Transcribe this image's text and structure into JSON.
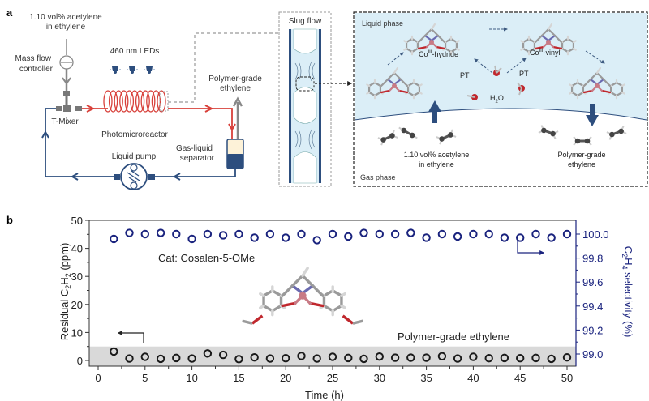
{
  "panel_a": {
    "label": "a",
    "feed_label_line1": "1.10 vol% acetylene",
    "feed_label_line2": "in ethylene",
    "mfc_label_line1": "Mass flow",
    "mfc_label_line2": "controller",
    "leds_label": "460 nm LEDs",
    "mixer_label": "T-Mixer",
    "reactor_label": "Photomicroreactor",
    "product_label_line1": "Polymer-grade",
    "product_label_line2": "ethylene",
    "separator_label_line1": "Gas-liquid",
    "separator_label_line2": "separator",
    "pump_label": "Liquid pump",
    "slug_flow_label": "Slug flow",
    "mechanism": {
      "liquid_phase_label": "Liquid phase",
      "gas_phase_label": "Gas phase",
      "hydride_label_prefix": "Co",
      "hydride_label_sup": "III",
      "hydride_label_suffix": "-hydride",
      "vinyl_label_prefix": "Co",
      "vinyl_label_sup": "III",
      "vinyl_label_suffix": "-vinyl",
      "pt_left": "PT",
      "pt_right": "PT",
      "water_label_prefix": "H",
      "water_label_sub": "2",
      "water_label_suffix": "O",
      "gas_in_line1": "1.10 vol% acetylene",
      "gas_in_line2": "in ethylene",
      "gas_out_line1": "Polymer-grade",
      "gas_out_line2": "ethylene"
    },
    "colors": {
      "loop_blue": "#2d4e7e",
      "reactor_red": "#d8403a",
      "gray": "#8a8a8a",
      "liquid_bg": "#dbeef7"
    }
  },
  "chart_data": {
    "type": "scatter",
    "panel_label": "b",
    "xlabel": "Time (h)",
    "ylabel_left": "Residual C2H2 (ppm)",
    "ylabel_right": "C2H4 selectivity (%)",
    "xlim": [
      -1,
      51
    ],
    "ylim_left": [
      -1.5,
      50
    ],
    "ylim_right": [
      98.95,
      100.1
    ],
    "x_ticks": [
      0,
      5,
      10,
      15,
      20,
      25,
      30,
      35,
      40,
      45,
      50
    ],
    "y_ticks_left": [
      0,
      10,
      20,
      30,
      40,
      50
    ],
    "y_ticks_right": [
      "99.0",
      "99.2",
      "99.4",
      "99.6",
      "99.8",
      "100.0"
    ],
    "annotations": {
      "catalyst": "Cat: Cosalen-5-OMe",
      "band_label": "Polymer-grade ethylene",
      "band_range_ppm": [
        0,
        5
      ]
    },
    "x": [
      1.67,
      3.33,
      5.0,
      6.67,
      8.33,
      10.0,
      11.67,
      13.33,
      15.0,
      16.67,
      18.33,
      20.0,
      21.67,
      23.33,
      25.0,
      26.67,
      28.33,
      30.0,
      31.67,
      33.33,
      35.0,
      36.67,
      38.33,
      40.0,
      41.67,
      43.33,
      45.0,
      46.67,
      48.33,
      50.0
    ],
    "series": [
      {
        "name": "Residual C2H2 (ppm)",
        "axis": "left",
        "color": "#1a1a1a",
        "values": [
          3.2,
          0.7,
          1.3,
          0.6,
          0.9,
          0.7,
          2.5,
          2.0,
          0.5,
          1.1,
          0.7,
          0.8,
          1.6,
          0.7,
          1.3,
          0.9,
          0.6,
          1.4,
          1.0,
          1.0,
          1.0,
          1.5,
          0.7,
          1.3,
          0.8,
          0.9,
          0.8,
          0.9,
          0.6,
          1.1
        ]
      },
      {
        "name": "C2H4 selectivity (%)",
        "axis": "right",
        "color": "#1a237e",
        "values": [
          99.96,
          100.01,
          100.0,
          100.01,
          100.0,
          99.96,
          100.0,
          99.99,
          100.0,
          99.97,
          100.0,
          99.97,
          100.0,
          99.95,
          100.0,
          99.98,
          100.01,
          100.0,
          100.0,
          100.01,
          99.97,
          100.0,
          99.98,
          100.0,
          100.0,
          99.97,
          99.97,
          100.0,
          99.97,
          100.0
        ]
      }
    ]
  }
}
